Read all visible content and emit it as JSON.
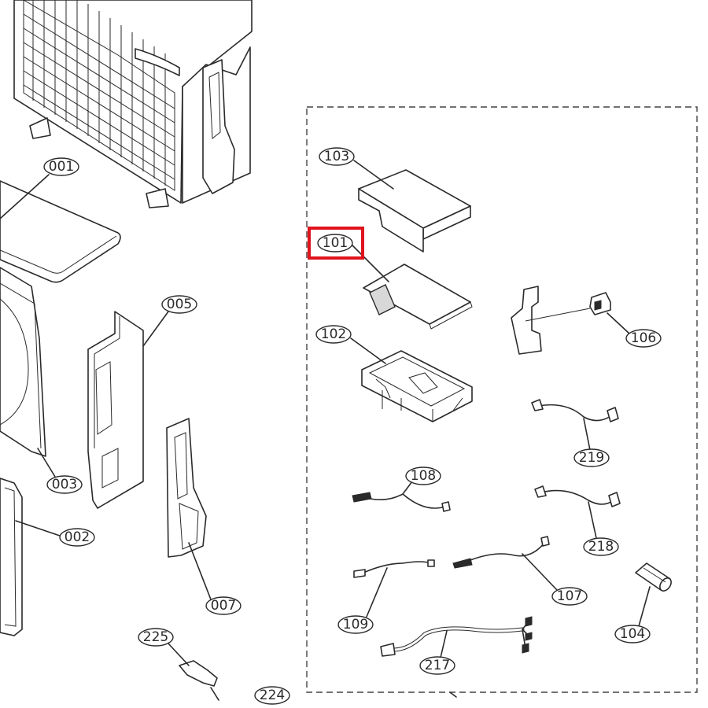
{
  "diagram": {
    "callouts": {
      "c001": "001",
      "c002": "002",
      "c003": "003",
      "c005": "005",
      "c007": "007",
      "c101": "101",
      "c102": "102",
      "c103": "103",
      "c104": "104",
      "c106": "106",
      "c107": "107",
      "c108": "108",
      "c109": "109",
      "c217": "217",
      "c218": "218",
      "c219": "219",
      "c224": "224",
      "c225": "225"
    },
    "highlight_color": "#e0141e",
    "highlighted_part": "101"
  }
}
